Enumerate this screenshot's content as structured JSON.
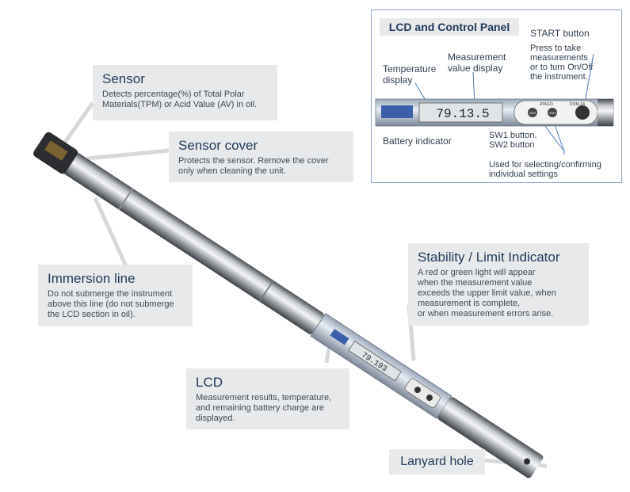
{
  "callouts": {
    "sensor": {
      "title": "Sensor",
      "desc": "Detects percentage(%) of Total Polar\nMaterials(TPM) or Acid Value (AV) in oil."
    },
    "sensor_cover": {
      "title": "Sensor cover",
      "desc": "Protects the sensor. Remove the cover\nonly when cleaning the unit."
    },
    "immersion": {
      "title": "Immersion line",
      "desc": "Do not submerge the instrument\nabove this line (do not submerge\nthe LCD section in oil)."
    },
    "stability": {
      "title": "Stability / Limit Indicator",
      "desc": "A red or green light will appear\nwhen the measurement value\nexceeds the upper limit value, when\nmeasurement is complete,\nor when measurement errors arise."
    },
    "lcd": {
      "title": "LCD",
      "desc": "Measurement results, temperature,\nand remaining battery charge are\ndisplayed."
    },
    "lanyard": {
      "title": "Lanyard hole"
    }
  },
  "device_lcd_reading": "79.193",
  "panel": {
    "title": "LCD and Control Panel",
    "temperature_display": "Temperature\ndisplay",
    "measurement_display": "Measurement\nvalue display",
    "start_button": "START button",
    "start_desc": "Press to take\nmeasurements\nor to turn On/Off\nthe instrument.",
    "lcd_reading": "79.13.5",
    "battery_indicator": "Battery indicator",
    "sw_buttons": "SW1 button,\nSW2 button",
    "sw_desc": "Used for selecting/confirming\nindividual settings",
    "brand": "ATAGO",
    "model": "DOM-24",
    "sw1_label": "SW1",
    "sw2_label": "SW2"
  }
}
